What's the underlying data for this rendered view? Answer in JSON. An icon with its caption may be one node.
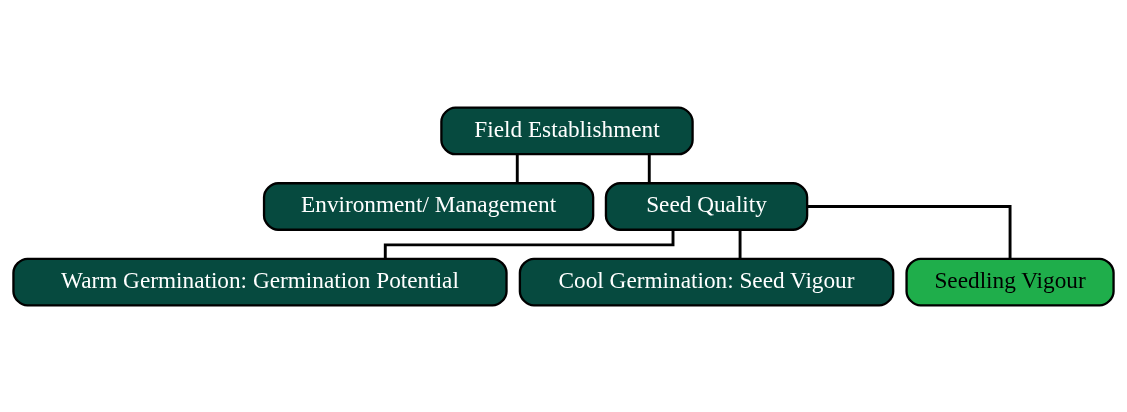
{
  "diagram": {
    "nodes": [
      {
        "text": [
          "Field Establishment"
        ]
      },
      {
        "text": [
          "Environment/ Management"
        ]
      },
      {
        "text": [
          "Seed Quality"
        ]
      },
      {
        "text": [
          "Warm Germination: Germination Potential"
        ]
      },
      {
        "text": [
          "Cool Germination: Seed Vigour"
        ]
      },
      {
        "text": [
          "Seedling Vigour"
        ]
      }
    ],
    "edges": [
      {
        "from": 0,
        "to": 1,
        "arrow": "none"
      },
      {
        "from": 0,
        "to": 2,
        "arrow": "none"
      },
      {
        "from": 2,
        "to": 3,
        "arrow": "none"
      },
      {
        "from": 2,
        "to": 4,
        "arrow": "none"
      },
      {
        "from": 2,
        "to": 5,
        "arrow": "none"
      }
    ]
  }
}
